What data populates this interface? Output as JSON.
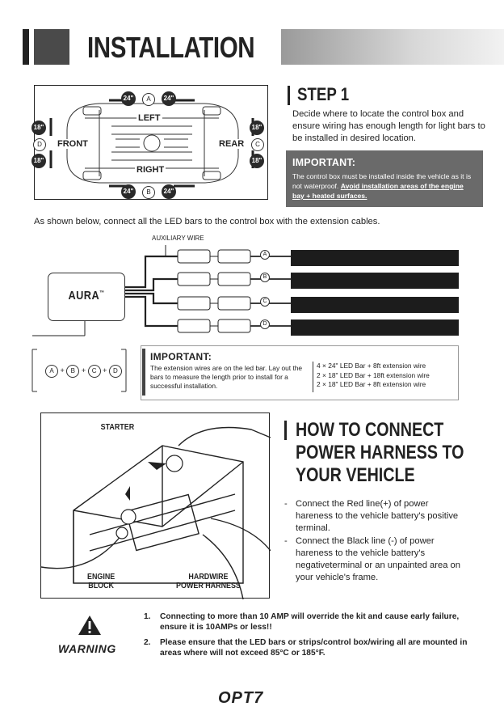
{
  "header": {
    "title": "INSTALLATION"
  },
  "car_diagram": {
    "labels": {
      "left": "LEFT",
      "right": "RIGHT",
      "front": "FRONT",
      "rear": "REAR"
    },
    "badges": {
      "top_a": "24\"",
      "top_b": "24\"",
      "bottom_a": "24\"",
      "bottom_b": "24\"",
      "front_a": "18\"",
      "front_b": "18\"",
      "rear_a": "18\"",
      "rear_b": "18\""
    },
    "letters": {
      "a": "A",
      "b": "B",
      "c": "C",
      "d": "D"
    }
  },
  "step1": {
    "title": "STEP 1",
    "text": "Decide where to locate the control box and ensure wiring has enough length for light bars to be installed in desired location.",
    "important_title": "IMPORTANT:",
    "important_text": "The control box must be installed inside the vehicle as it is not waterproof. ",
    "important_emph": "Avoid installation areas of the engine bay + heated surfaces."
  },
  "shown_text": "As shown below, connect all the LED bars to the control box with the extension cables.",
  "wiring": {
    "aux_label": "AUXILIARY WIRE",
    "control_box": "AURA",
    "control_box_tm": "™",
    "ports": [
      "A",
      "B",
      "C",
      "D"
    ]
  },
  "important2": {
    "title": "IMPORTANT:",
    "text": "The extension wires are on the led bar. Lay out the bars to measure the length prior to install for a successful installation.",
    "items": [
      "4 × 24\" LED Bar + 8ft extension wire",
      "2 × 18\" LED Bar + 18ft extension wire",
      "2 × 18\" LED Bar + 8ft extension wire"
    ]
  },
  "sum": {
    "a": "A",
    "b": "B",
    "c": "C",
    "d": "D",
    "plus": "+"
  },
  "battery": {
    "starter": "STARTER",
    "engine_block": "ENGINE\nBLOCK",
    "hardwire": "HARDWIRE\nPOWER HARNESS"
  },
  "how": {
    "title_lines": [
      "HOW TO CONNECT",
      "POWER HARNESS TO",
      "YOUR VEHICLE"
    ],
    "bullets": [
      "Connect the Red line(+) of power hareness to the vehicle battery's positive terminal.",
      "Connect the Black line (-) of power hareness to the vehicle battery's negativeterminal or an unpainted area on your vehicle's frame."
    ]
  },
  "warning": {
    "label": "WARNING",
    "items": [
      {
        "n": "1.",
        "t": "Connecting to more than 10 AMP will override the kit and cause early failure, ensure it is 10AMPs or less!!"
      },
      {
        "n": "2.",
        "t": "Please ensure that the LED bars or strips/control box/wiring all are mounted in areas where will not exceed 85°C or 185°F."
      }
    ]
  },
  "logo": "OPT7"
}
